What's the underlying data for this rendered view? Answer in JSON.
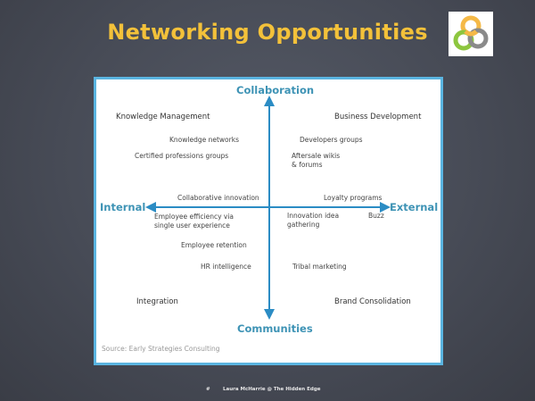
{
  "slide": {
    "title": "Networking Opportunities",
    "footer": {
      "page_marker": "#",
      "credit": "Laura McHarrie @ The Hidden Edge"
    },
    "logo": {
      "icon": "interlocking-rings-logo",
      "colors": [
        "#f5b947",
        "#8dc63f",
        "#8a8a8a"
      ]
    },
    "colors": {
      "background": "#474b56",
      "title": "#f3c13a",
      "frame_border": "#5ab4e0",
      "axis": "#2b8cc4",
      "axis_label": "#3e93b5"
    }
  },
  "diagram": {
    "axes": {
      "top": "Collaboration",
      "bottom": "Communities",
      "left": "Internal",
      "right": "External"
    },
    "quadrants": {
      "top_left": {
        "title": "Knowledge Management",
        "items": [
          "Knowledge networks",
          "Certified professions groups",
          "Collaborative innovation"
        ]
      },
      "top_right": {
        "title": "Business Development",
        "items": [
          "Developers groups",
          "Aftersale wikis\n& forums",
          "Loyalty programs"
        ]
      },
      "bottom_left": {
        "title": "Integration",
        "items": [
          "Employee efficiency via\nsingle user experience",
          "Employee retention",
          "HR intelligence"
        ]
      },
      "bottom_right": {
        "title": "Brand Consolidation",
        "items": [
          "Innovation idea\ngathering",
          "Buzz",
          "Tribal marketing"
        ]
      }
    },
    "source": "Source: Early Strategies Consulting"
  }
}
